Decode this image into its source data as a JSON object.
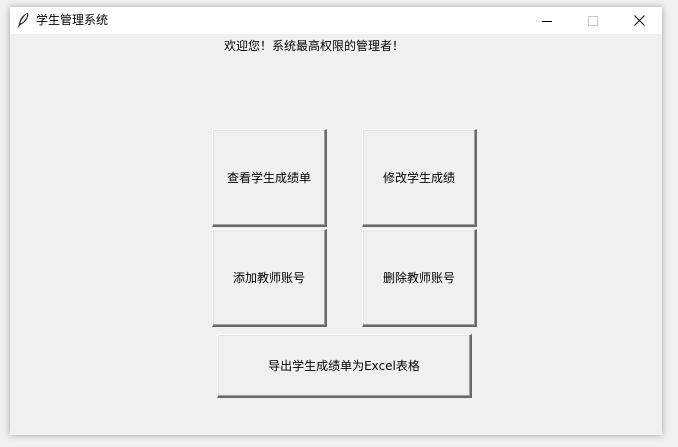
{
  "window": {
    "title": "学生管理系统"
  },
  "main": {
    "welcome_text": "欢迎您！系统最高权限的管理者！",
    "buttons": {
      "view_scores": "查看学生成绩单",
      "modify_scores": "修改学生成绩",
      "add_teacher": "添加教师账号",
      "delete_teacher": "删除教师账号",
      "export_excel": "导出学生成绩单为Excel表格"
    }
  },
  "icons": {
    "app": "feather-icon",
    "minimize": "minimize-icon",
    "maximize": "maximize-icon",
    "close": "close-icon"
  }
}
